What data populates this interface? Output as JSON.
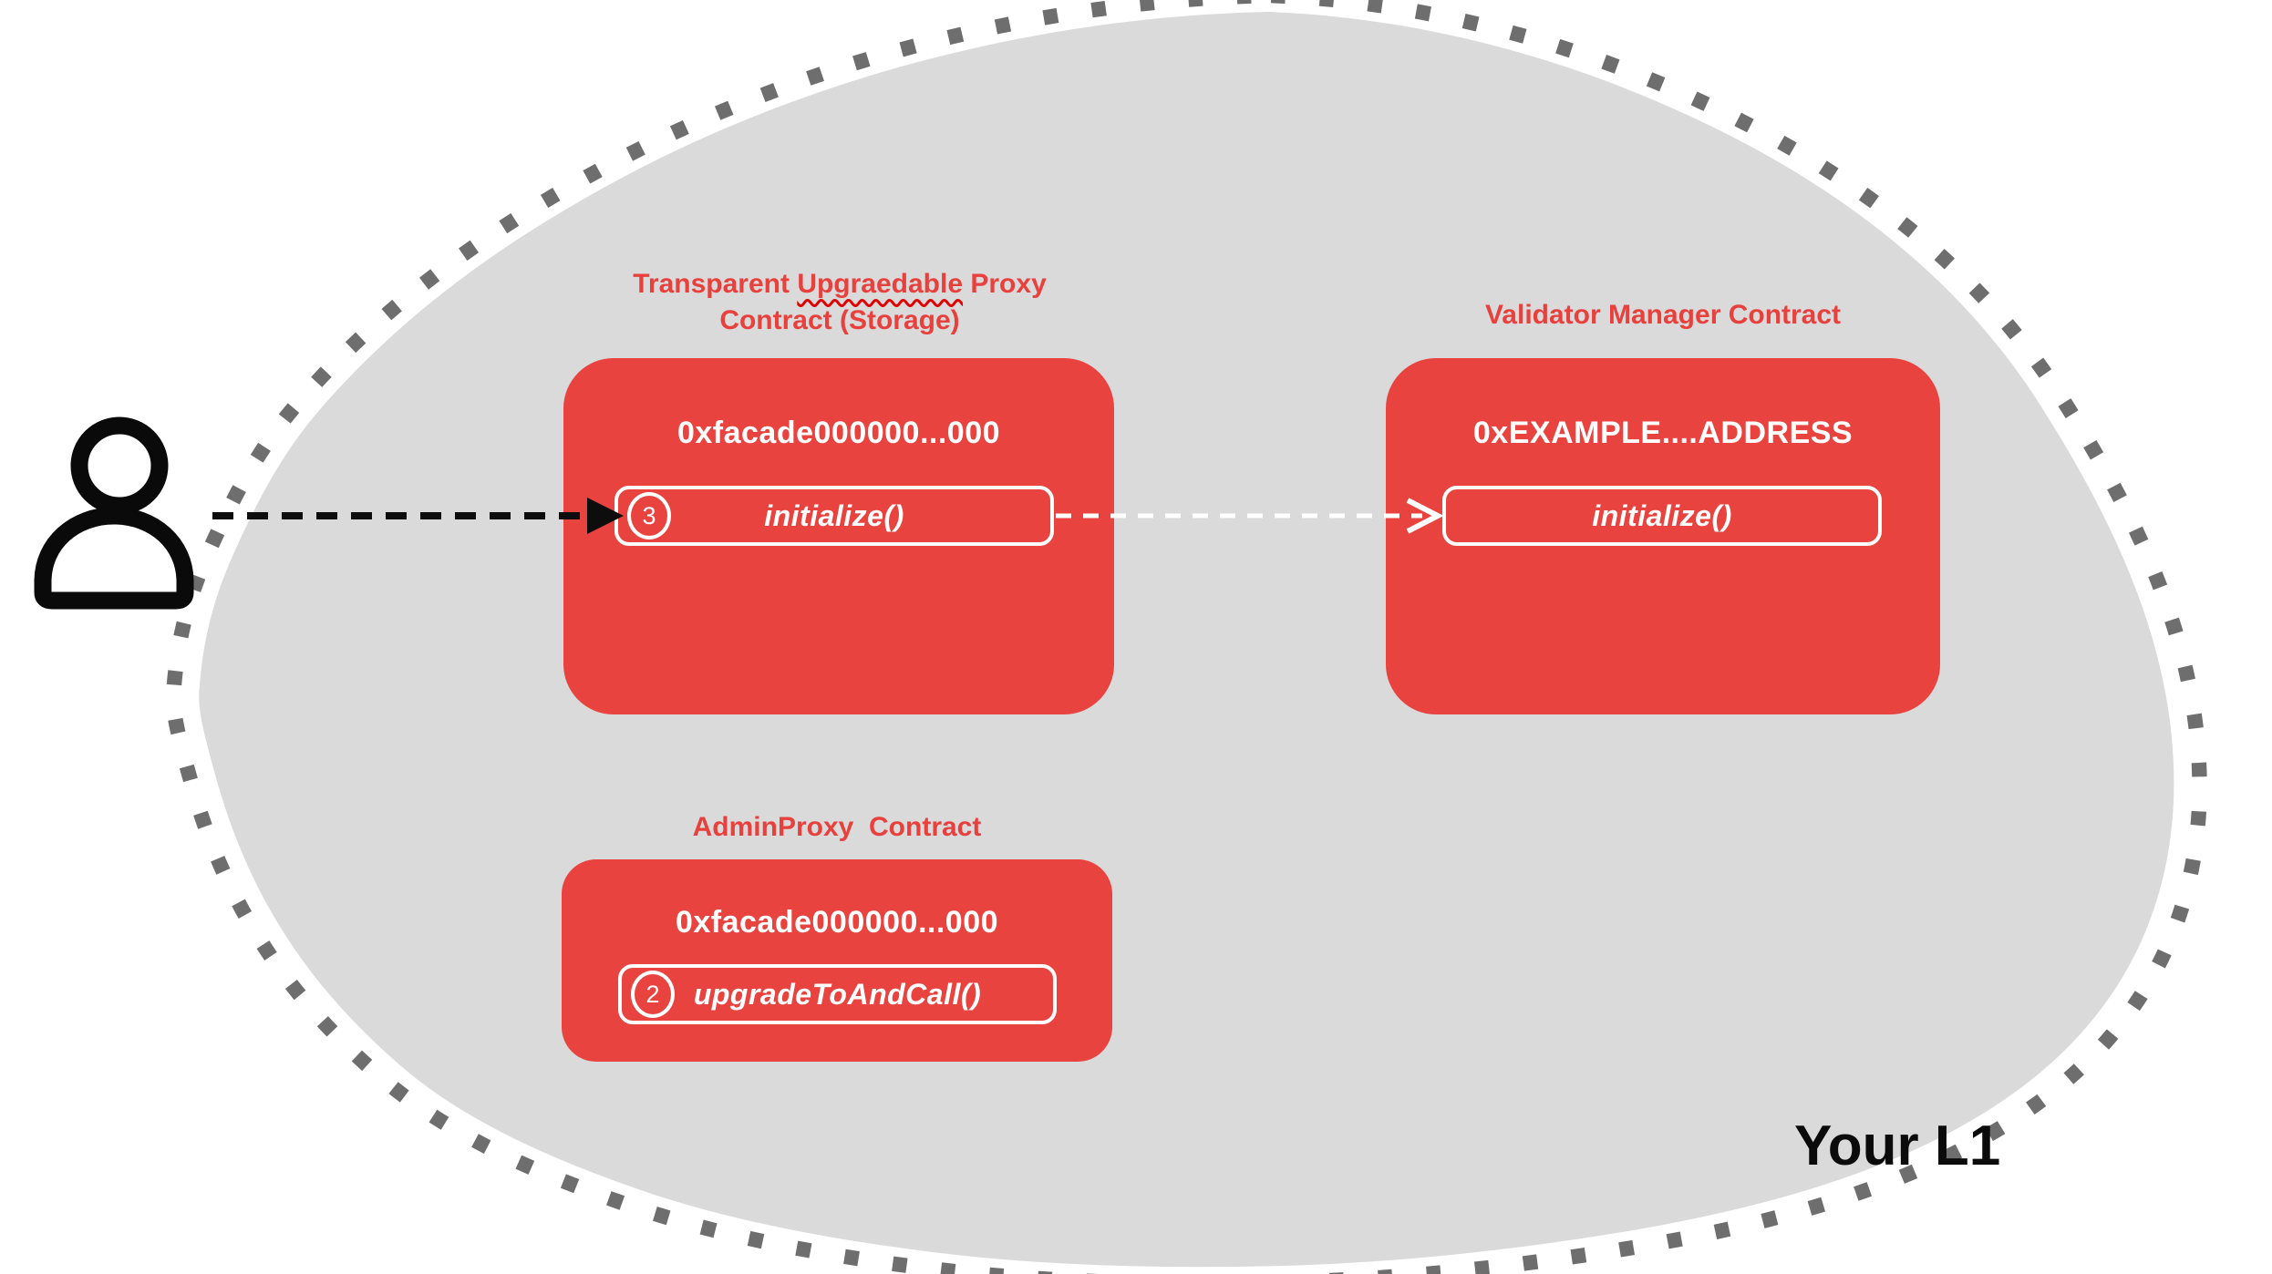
{
  "region": {
    "label": "Your L1"
  },
  "colors": {
    "contract_red": "#e94340",
    "title_red": "#e8403d",
    "blob_gray": "#dadada",
    "dot_gray": "#6e6e6e",
    "arrow_black": "#0d0d0d",
    "text_white": "#ffffff"
  },
  "actor": {
    "icon": "person-icon"
  },
  "proxy_contract": {
    "title_word1": "Transparent",
    "title_word_misspelled": "Upgraedable",
    "title_word3": "Proxy",
    "title_line2": "Contract (Storage)",
    "address": "0xfacade000000...000",
    "method": {
      "step": "3",
      "label": "initialize()"
    }
  },
  "validator_contract": {
    "title": "Validator Manager Contract",
    "address": "0xEXAMPLE....ADDRESS",
    "method": {
      "label": "initialize()"
    }
  },
  "admin_contract": {
    "title": "AdminProxy  Contract",
    "address": "0xfacade000000...000",
    "method": {
      "step": "2",
      "label": "upgradeToAndCall()"
    }
  }
}
